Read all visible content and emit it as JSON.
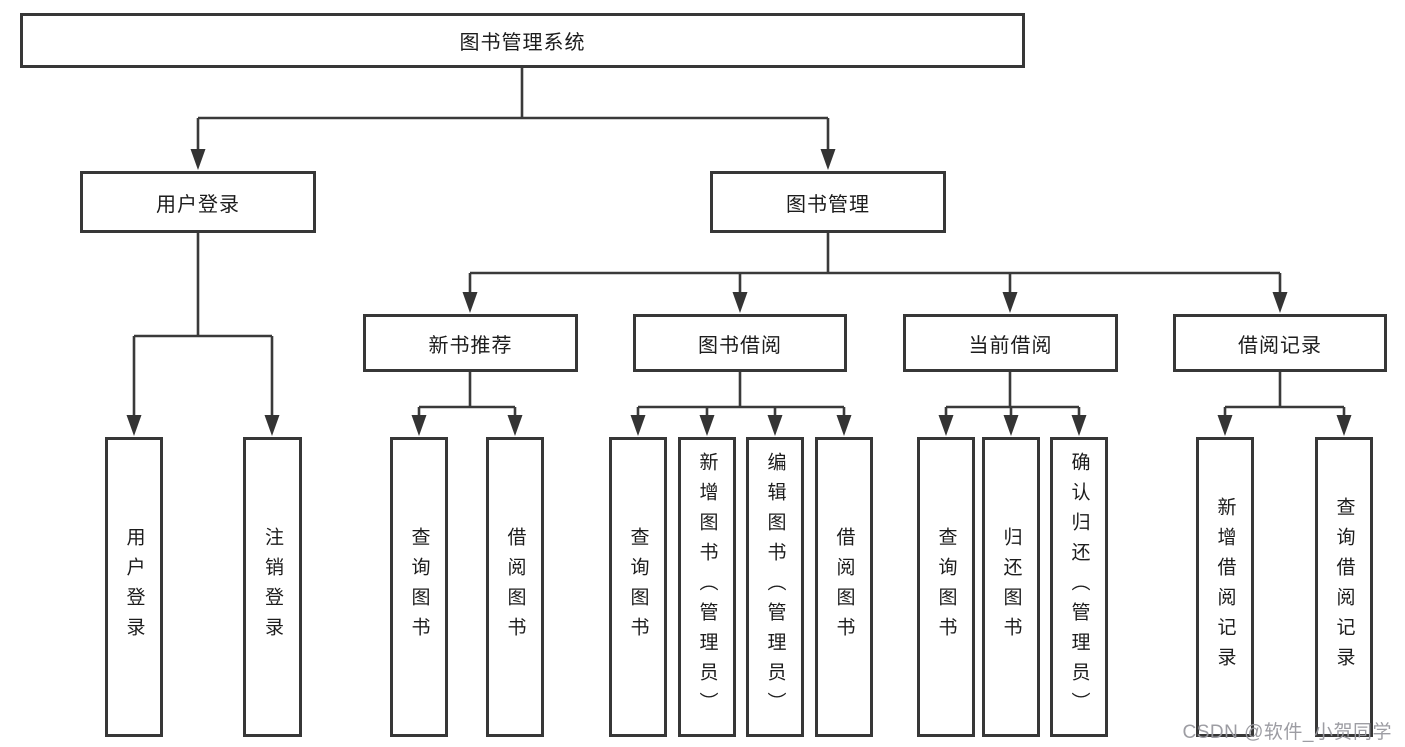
{
  "diagram": {
    "root": {
      "label": "图书管理系统"
    },
    "branches": [
      {
        "label": "用户登录",
        "children": [
          {
            "label": "用户登录"
          },
          {
            "label": "注销登录"
          }
        ]
      },
      {
        "label": "图书管理",
        "children": [
          {
            "label": "新书推荐",
            "children": [
              {
                "label": "查询图书"
              },
              {
                "label": "借阅图书"
              }
            ]
          },
          {
            "label": "图书借阅",
            "children": [
              {
                "label": "查询图书"
              },
              {
                "label": "新增图书（管理员）"
              },
              {
                "label": "编辑图书（管理员）"
              },
              {
                "label": "借阅图书"
              }
            ]
          },
          {
            "label": "当前借阅",
            "children": [
              {
                "label": "查询图书"
              },
              {
                "label": "归还图书"
              },
              {
                "label": "确认归还（管理员）"
              }
            ]
          },
          {
            "label": "借阅记录",
            "children": [
              {
                "label": "新增借阅记录"
              },
              {
                "label": "查询借阅记录"
              }
            ]
          }
        ]
      }
    ]
  },
  "watermark": {
    "text": "CSDN @软件_小贺同学"
  },
  "colors": {
    "line": "#3a3a3a",
    "border": "#373737",
    "text": "#1c1c1c",
    "watermark": "#98989e",
    "background": "#ffffff"
  }
}
